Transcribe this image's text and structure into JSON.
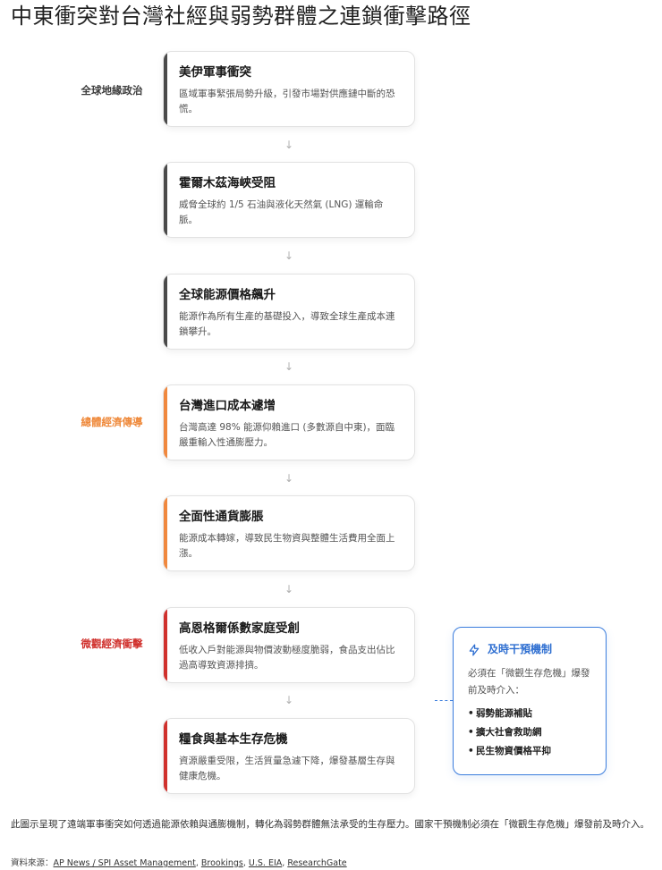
{
  "title": "中東衝突對台灣社經與弱勢群體之連鎖衝擊路徑",
  "colors": {
    "geopolitics": "#4a4a4a",
    "macro": "#f0883e",
    "micro": "#d0312d",
    "intervention": "#3b7ddd"
  },
  "stages": [
    {
      "label": "全球地緣政治",
      "color": "#3d3d3d"
    },
    {
      "label": "總體經濟傳導",
      "color": "#ef8a3c"
    },
    {
      "label": "微觀經濟衝擊",
      "color": "#d0312d"
    }
  ],
  "cards": [
    {
      "title": "美伊軍事衝突",
      "desc": "區域軍事緊張局勢升級，引發市場對供應鏈中斷的恐慌。",
      "stage": "全球地緣政治"
    },
    {
      "title": "霍爾木茲海峽受阻",
      "desc": "威脅全球約 1/5 石油與液化天然氣 (LNG) 運輸命脈。",
      "stage": "全球地緣政治"
    },
    {
      "title": "全球能源價格飆升",
      "desc": "能源作為所有生產的基礎投入，導致全球生產成本連鎖攀升。",
      "stage": "全球地緣政治"
    },
    {
      "title": "台灣進口成本遽增",
      "desc": "台灣高達 98% 能源仰賴進口 (多數源自中東)，面臨嚴重輸入性通膨壓力。",
      "stage": "總體經濟傳導"
    },
    {
      "title": "全面性通貨膨脹",
      "desc": "能源成本轉嫁，導致民生物資與整體生活費用全面上漲。",
      "stage": "總體經濟傳導"
    },
    {
      "title": "高恩格爾係數家庭受創",
      "desc": "低收入戶對能源與物價波動極度脆弱，食品支出佔比過高導致資源排擠。",
      "stage": "微觀經濟衝擊"
    },
    {
      "title": "糧食與基本生存危機",
      "desc": "資源嚴重受限，生活質量急遽下降，爆發基層生存與健康危機。",
      "stage": "微觀經濟衝擊"
    }
  ],
  "arrow_glyph": "↓",
  "intervention": {
    "icon": "lightning-icon",
    "title": "及時干預機制",
    "desc": "必須在「微觀生存危機」爆發前及時介入：",
    "items": [
      "弱勢能源補貼",
      "擴大社會救助網",
      "民生物資價格平抑"
    ],
    "bullet": "•"
  },
  "footer": {
    "text": "此圖示呈現了遠端軍事衝突如何透過能源依賴與通膨機制，轉化為弱勢群體無法承受的生存壓力。國家干預機制必須在「微觀生存危機」爆發前及時介入。",
    "sources_label": "資料來源：",
    "sources": [
      "AP News / SPI Asset Management",
      "Brookings",
      "U.S. EIA",
      "ResearchGate"
    ],
    "separator": ", "
  }
}
